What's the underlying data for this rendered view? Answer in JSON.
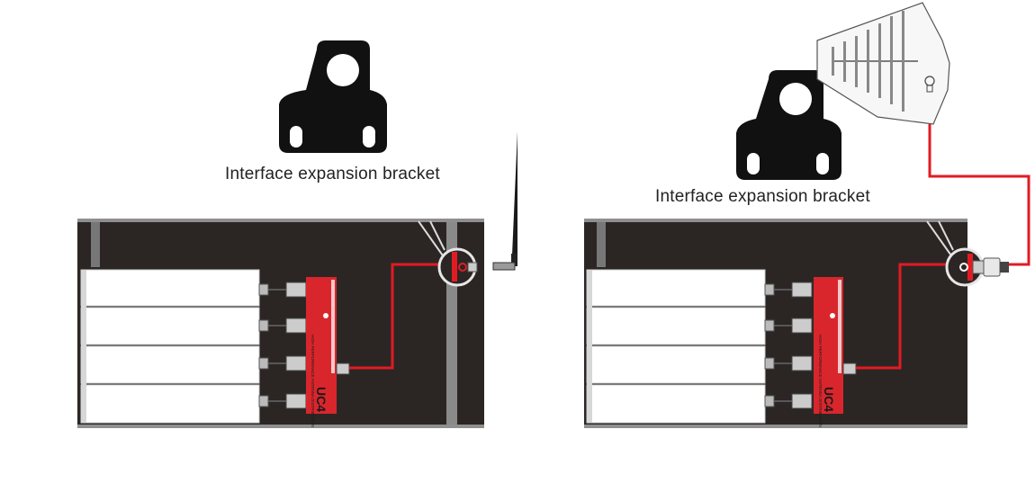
{
  "diagrams": [
    {
      "caption": "Interface expansion bracket",
      "device_label": "UC4",
      "device_sublabel": "HIGH PERFORMANCE ANTENNA DISTRIBUTION",
      "antenna": "whip-antenna-icon"
    },
    {
      "caption": "Interface expansion bracket",
      "device_label": "UC4",
      "device_sublabel": "HIGH PERFORMANCE ANTENNA DISTRIBUTION",
      "antenna": "log-periodic-antenna-icon"
    }
  ],
  "colors": {
    "rack": "#2b2624",
    "rack_frame": "#8f8f8f",
    "cable": "#e21b23",
    "device": "#d9262c",
    "bracket": "#111111"
  }
}
